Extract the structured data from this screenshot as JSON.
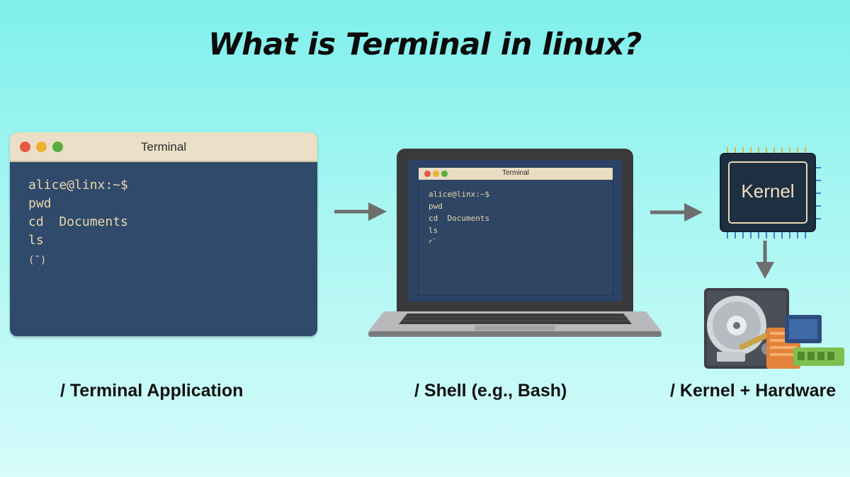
{
  "title": "What is Terminal in linux?",
  "terminal_window": {
    "title": "Terminal",
    "lines": [
      "alice@linx:~$",
      "pwd",
      "cd  Documents",
      "ls"
    ],
    "cursor": "(˜)"
  },
  "laptop": {
    "window_title": "Terminal",
    "lines": [
      "alice@linx:~$",
      "pwd",
      "cd  Documents",
      "ls"
    ],
    "cursor": "r˜"
  },
  "kernel": {
    "label": "Kernel"
  },
  "labels": {
    "terminal_app": "/ Terminal Application",
    "shell": "/ Shell (e.g., Bash)",
    "kernel_hardware": "/ Kernel + Hardware"
  },
  "colors": {
    "terminal_bg": "#2f4a6a",
    "titlebar": "#ebdfc7",
    "terminal_text": "#e9d8ae",
    "arrow": "#6e6e6e",
    "chip": "#1f2f42"
  }
}
